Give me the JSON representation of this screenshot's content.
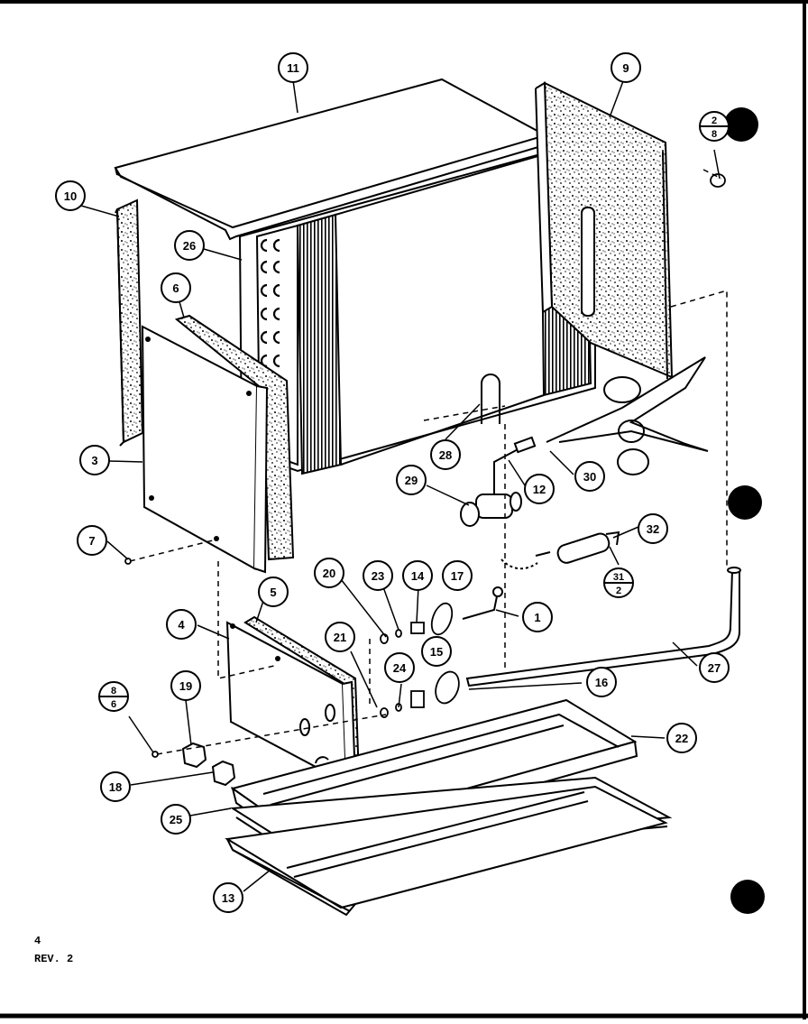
{
  "diagram": {
    "callouts": [
      {
        "id": "c11",
        "text": "11"
      },
      {
        "id": "c9",
        "text": "9"
      },
      {
        "id": "c10",
        "text": "10"
      },
      {
        "id": "c26",
        "text": "26"
      },
      {
        "id": "c6",
        "text": "6"
      },
      {
        "id": "c3",
        "text": "3"
      },
      {
        "id": "c7",
        "text": "7"
      },
      {
        "id": "c28",
        "text": "28"
      },
      {
        "id": "c29",
        "text": "29"
      },
      {
        "id": "c12",
        "text": "12"
      },
      {
        "id": "c30",
        "text": "30"
      },
      {
        "id": "c32",
        "text": "32"
      },
      {
        "id": "c20",
        "text": "20"
      },
      {
        "id": "c23",
        "text": "23"
      },
      {
        "id": "c14",
        "text": "14"
      },
      {
        "id": "c17",
        "text": "17"
      },
      {
        "id": "c1",
        "text": "1"
      },
      {
        "id": "c5",
        "text": "5"
      },
      {
        "id": "c4",
        "text": "4"
      },
      {
        "id": "c21",
        "text": "21"
      },
      {
        "id": "c24",
        "text": "24"
      },
      {
        "id": "c15",
        "text": "15"
      },
      {
        "id": "c16",
        "text": "16"
      },
      {
        "id": "c27",
        "text": "27"
      },
      {
        "id": "c19",
        "text": "19"
      },
      {
        "id": "c22",
        "text": "22"
      },
      {
        "id": "c18",
        "text": "18"
      },
      {
        "id": "c25",
        "text": "25"
      },
      {
        "id": "c13",
        "text": "13"
      }
    ],
    "fractions": [
      {
        "id": "f2-8",
        "top": "2",
        "bottom": "8"
      },
      {
        "id": "f31-2",
        "top": "31",
        "bottom": "2"
      },
      {
        "id": "f8-6",
        "top": "8",
        "bottom": "6"
      }
    ]
  },
  "footer": {
    "page": "4",
    "revision": "REV. 2"
  }
}
